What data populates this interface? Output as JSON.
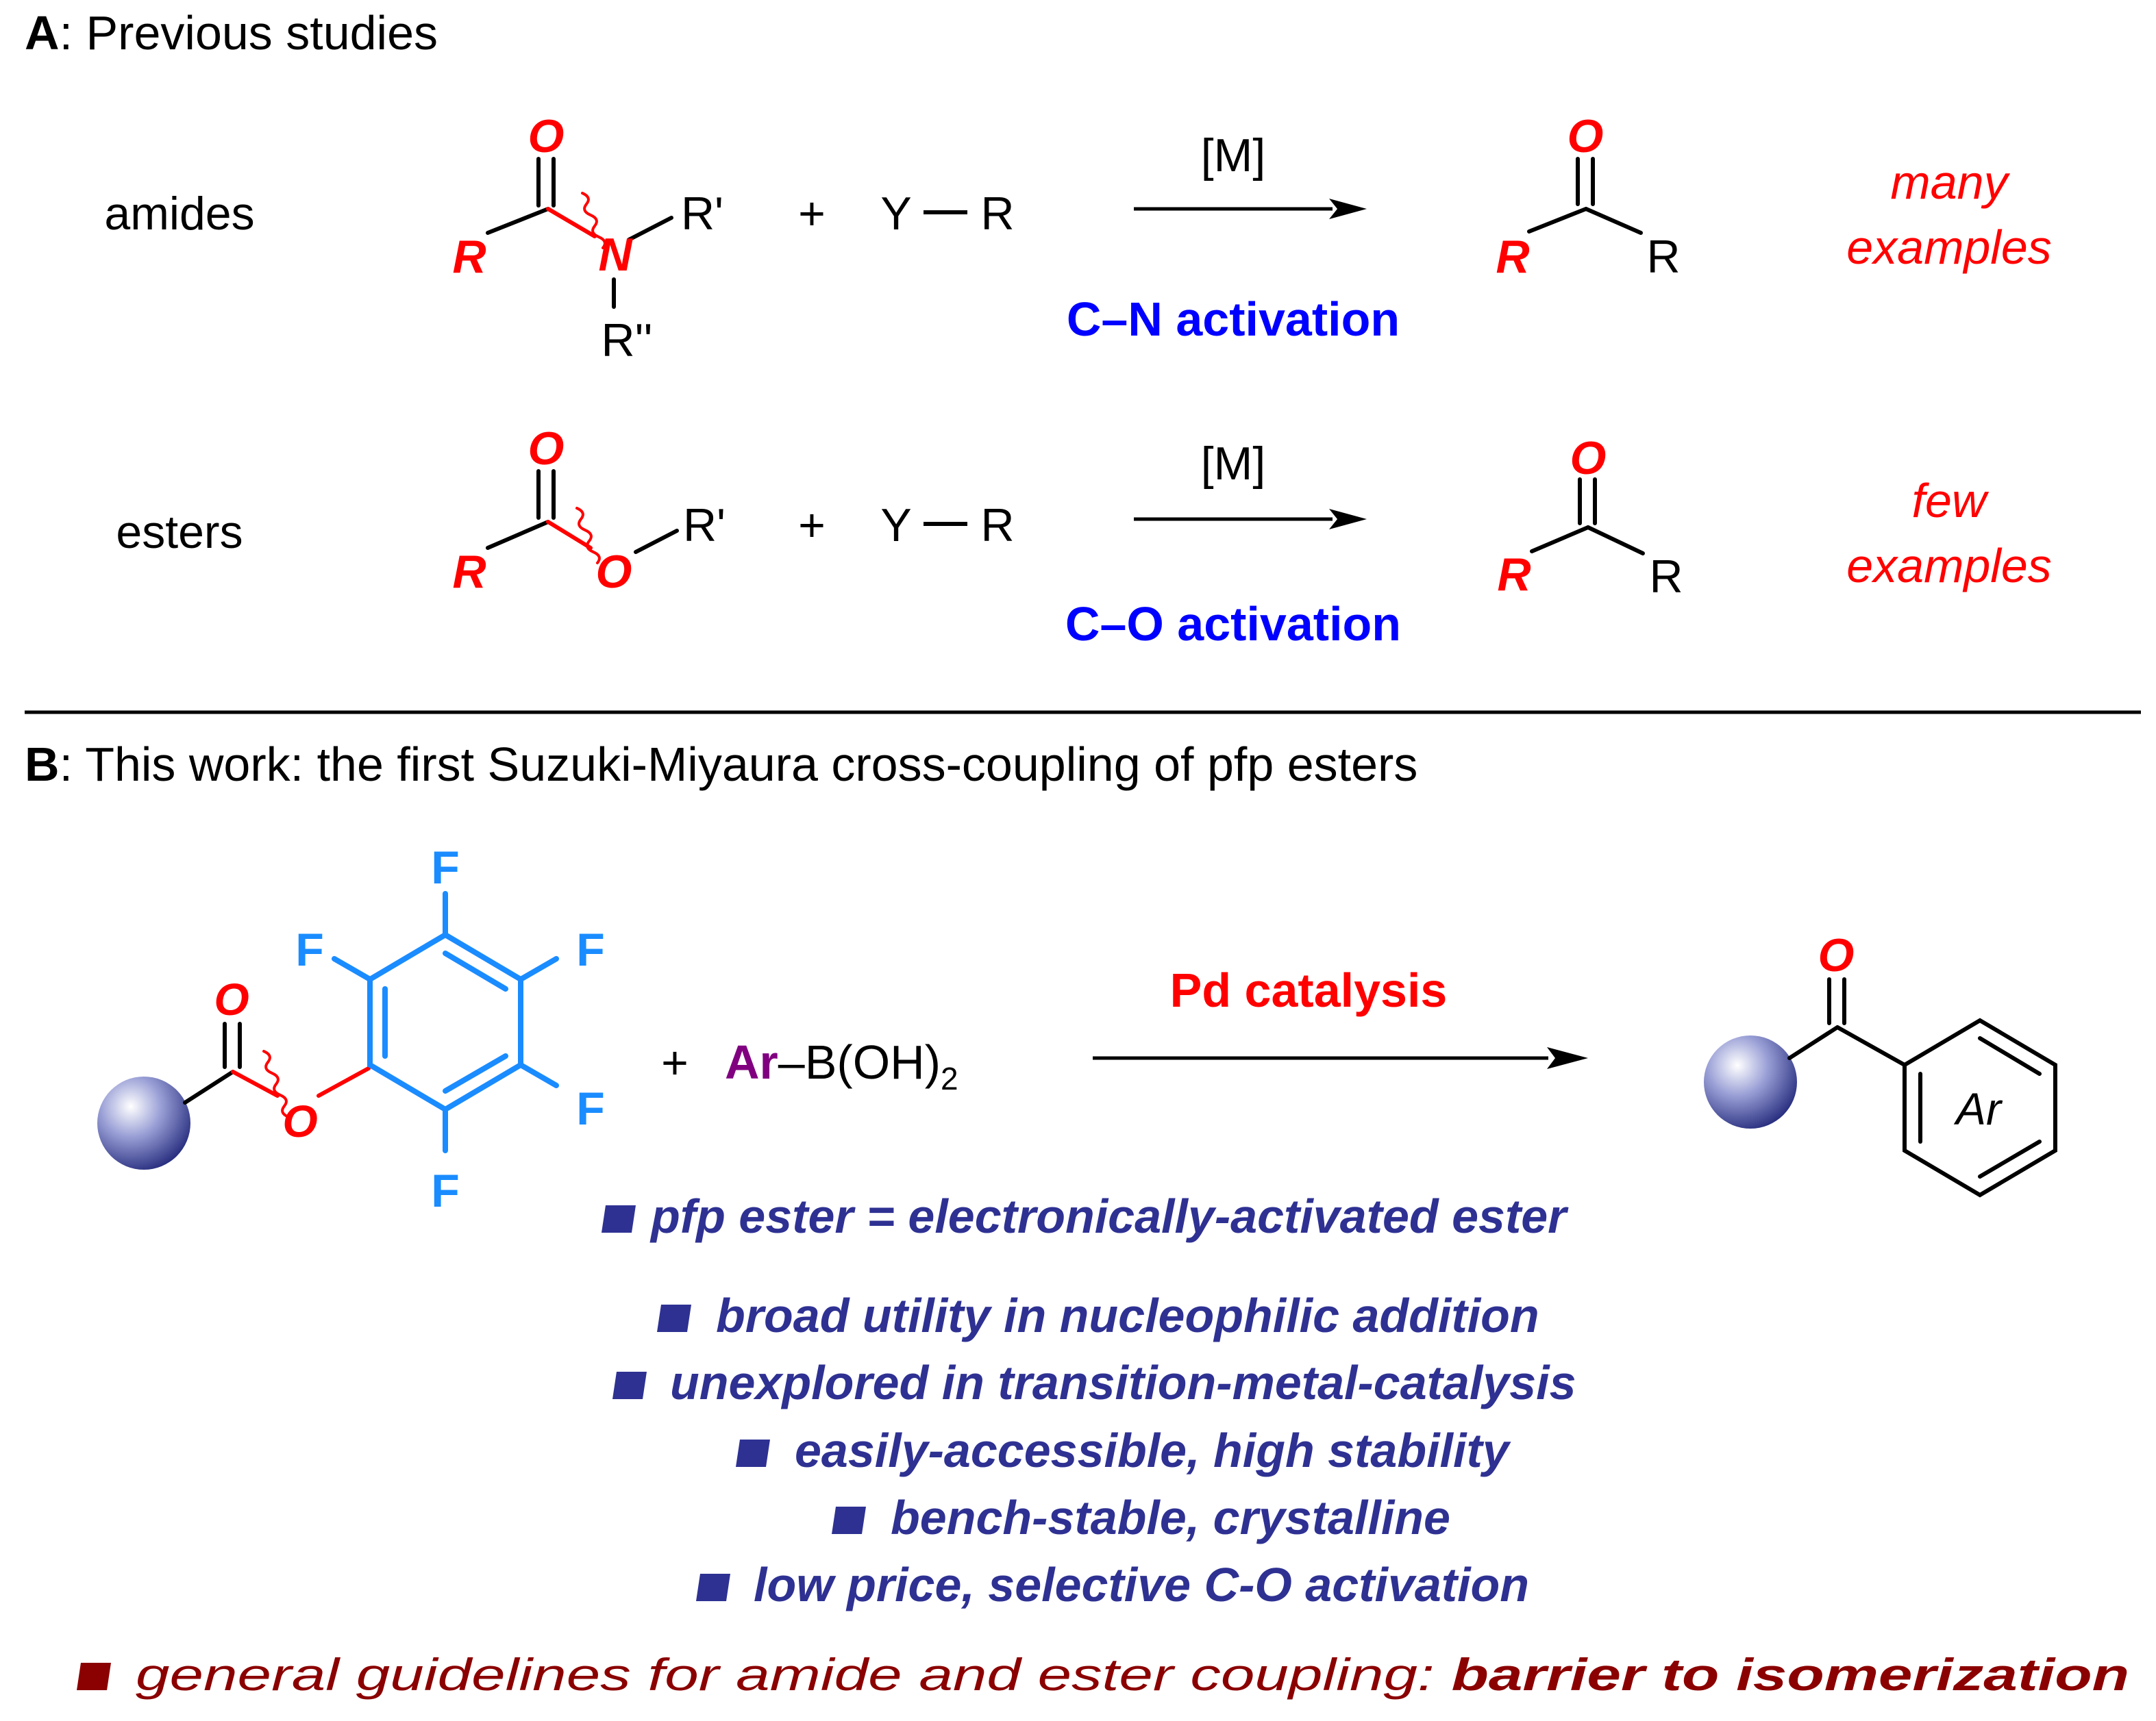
{
  "section_a": {
    "letter": "A",
    "title_rest": ": Previous studies",
    "rows": [
      {
        "label": "amides",
        "reactant_carbonyl_o": "O",
        "reactant_r": "R",
        "heteroatom": "N",
        "sub1": "R'",
        "sub2": "R''",
        "plus": "+",
        "reagent_y": "Y",
        "reagent_r": "R",
        "catalyst": "[M]",
        "activation": "C–N activation",
        "product_o": "O",
        "product_r_left": "R",
        "product_r_right": "R",
        "note_line1": "many",
        "note_line2": "examples"
      },
      {
        "label": "esters",
        "reactant_carbonyl_o": "O",
        "reactant_r": "R",
        "heteroatom": "O",
        "sub1": "R'",
        "plus": "+",
        "reagent_y": "Y",
        "reagent_r": "R",
        "catalyst": "[M]",
        "activation": "C–O activation",
        "product_o": "O",
        "product_r_left": "R",
        "product_r_right": "R",
        "note_line1": "few",
        "note_line2": "examples"
      }
    ]
  },
  "section_b": {
    "letter": "B",
    "title_rest": ": This work: the first Suzuki-Miyaura cross-coupling of pfp esters",
    "ester_carbonyl_o": "O",
    "ester_o": "O",
    "fluorine": "F",
    "plus": "+",
    "boronic_ar": "Ar",
    "boronic_rest": "–B(OH)",
    "boronic_sub": "2",
    "catalyst": "Pd catalysis",
    "product_o": "O",
    "product_ar": "Ar",
    "bullets": [
      "pfp ester = electronically-activated ester",
      "broad utility in nucleophilic addition",
      "unexplored in transition-metal-catalysis",
      "easily-accessible, high stability",
      "bench-stable, crystalline",
      "low price, selective C-O activation"
    ],
    "footer_plain": "general guidelines for amide and ester coupling: ",
    "footer_bold": "barrier to isomerization"
  },
  "colors": {
    "red": "#ff0000",
    "blue": "#0000ff",
    "fluoro_blue": "#1a8cff",
    "purple": "#800080",
    "navy": "#2e3192",
    "maroon": "#8b0000",
    "black": "#000000"
  }
}
